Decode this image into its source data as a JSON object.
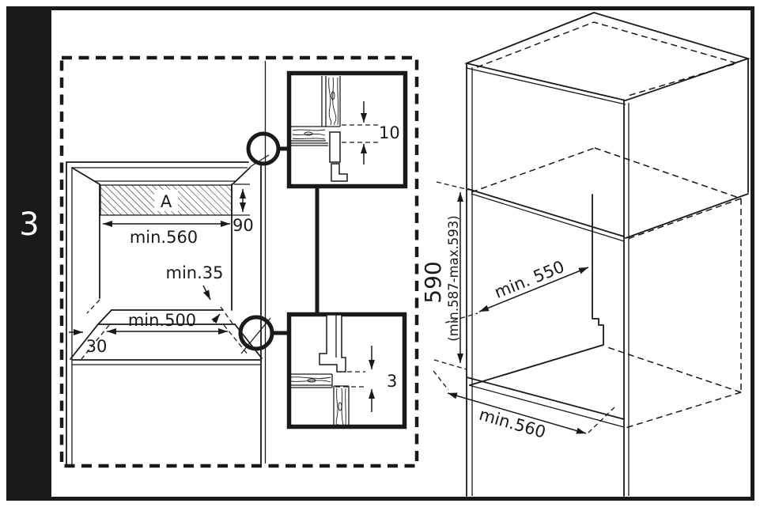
{
  "figure": {
    "step_number": "3",
    "colors": {
      "ink": "#1a1a1a",
      "background": "#ffffff"
    },
    "front_view": {
      "vent_label": "A",
      "vent_width": "min.560",
      "vent_height": "90",
      "corner_clearance": "min.35",
      "base_opening_width": "min.500",
      "front_recess": "30"
    },
    "detail_top": {
      "gap": "10"
    },
    "detail_bottom": {
      "gap": "3"
    },
    "cabinet_view": {
      "niche_height": "590",
      "niche_height_range": "(min.587-max.593)",
      "niche_depth": "min. 550",
      "niche_width": "min.560"
    }
  }
}
